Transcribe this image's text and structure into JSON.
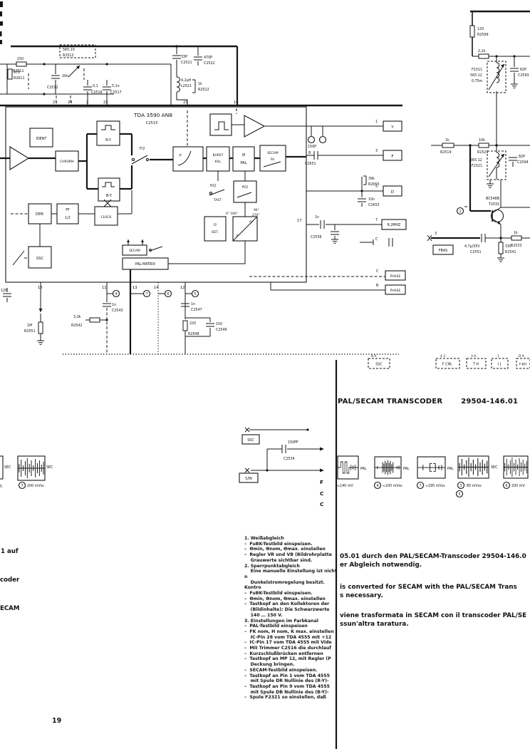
{
  "page": {
    "number": "19"
  },
  "title": {
    "label": "PAL/SECAM TRANSCODER",
    "part_no": "29504-146.01"
  },
  "steps_de": "1. Weißabgleich\n–  FuBK-Testbild einspeisen.\n–  Θmin, Θnom, Θmax. einstellen\n–  Regler VR und VB (Bildrohrplatte\n    Grauwerte sichtbar sind.\n2. Sperrpunktabgleich\n    Eine manuelle Einstellung ist nicht n\n    Dunkelstromregelung besitzt. Kontro\n–  FuBK-Testbild einspeisen.\n–  Θmin, Θnom, Θmax. einstellen\n–  Tastkopf an den Kollektoren der\n    (Bildinhalte): Die Schwarzwerte\n    140 … 150 V.\n3. Einstellungen im Farbkanal\n–  PAL-Testbild einspeisen\n–  FK nom, H nom, K max. einstellen\n    IC-Pin 28 vom TDA 4555 mit +12\n–  IC-Pin 17 vom TDA 4555 mit Vide\n–  Mit Trimmer C2516 die durchlauf\n–  Kurzschlußbrücken entfernen\n–  Tastkopf an MP 12, mit Regler (P\n    Deckung bringen.\n–  SECAM-Testbild einspeisen.\n–  Tastkopf an Pin 1 vom TDA 4555\n    mit Spule DR Nullinie des (R-Y)-\n–  Tastkopf an Pin 9 vom TDA 4555\n    mit Spule DB Nullinie des (B-Y)-\n–  Spule F2321 so einstellen, daß",
  "side_texts": {
    "frag_1": "1 auf",
    "frag_2": "coder",
    "frag_3": "ECAM",
    "col_letters": [
      "F",
      "C",
      "C"
    ],
    "de": "05.01 durch den PAL/SECAM-Transcoder 29504-146.0\ner Abgleich notwendig.",
    "en": "is converted for SECAM with the PAL/SECAM Trans\ns necessary.",
    "it": "viene trasformata in SECAM con il transcoder PAL/SE\nssun'altra taratura."
  },
  "sch": {
    "ic_name": "TDA 3590 AN8",
    "ic_ref": "C2515",
    "pin21": "21",
    "pin24": "24",
    "pin2": "2",
    "pin22": "22",
    "pin23": "23",
    "pin14": "14",
    "pin8": "8",
    "pin17": "17",
    "pin18": "18",
    "pin11": "11",
    "pin13": "13",
    "pin14b": "14",
    "pin12": "12",
    "n4": "4",
    "n7": "7",
    "n6": "6",
    "n5": "5",
    "circ1": "1",
    "r2511_v": "150",
    "r2511": "R2511",
    "r2512_v": "565.10",
    "r2512": "R2512",
    "r2611_v": "470",
    "r2611": "R2611",
    "c2512_v": "20n",
    "c2512": "C2512",
    "c2516_v": "0,1",
    "c2516": "C2516",
    "c2517_v": "5,1n",
    "c2517": "C2517",
    "c2521_v": "33P",
    "c2521": "C2521",
    "c2522_v": "470P",
    "c2522": "C2522",
    "l2521_v": "4,2µH",
    "l2521": "L2521",
    "r2522_v": "1k",
    "r2522": "R2522",
    "blk_ident": "IDENT",
    "blk_chroma": "CHROMA",
    "blk_ry": "R-Y",
    "blk_by": "B-Y",
    "blk_f2sw": "F/2",
    "blk_f": "F",
    "blk_burst1": "BURST",
    "blk_burst2": "KILL",
    "blk_phi": "Ø",
    "blk_pal": "PAL",
    "blk_secam1": "SECAM",
    "blk_secam2": "FA.",
    "blk_h2a": "H/2",
    "blk_tast": "TAST",
    "blk_h2b": "H/2",
    "deg_a": "0° 180°",
    "deg_b": "90°",
    "deg_c": "270°",
    "blk_f2": "f2",
    "blk_det": "DET.",
    "div_t": "f2",
    "div_b": "F",
    "blk_dem": "DEM.",
    "blk_ff": "FF",
    "blk_ff2": "1/2",
    "blk_clock": "CLOCK",
    "blk_ssc": "SSC",
    "blk_secam_sw": "SECAM",
    "blk_palmatrix": "PAL-MATRIX",
    "c2543_v": "1n",
    "c2543": "C2543",
    "r2542_v": "3,3k",
    "r2542": "R2542",
    "c2547_v": "1n",
    "c2547": "C2547",
    "r2548_v": "220",
    "r2548": "R2548",
    "c2549_v": "150",
    "c2549": "C2549",
    "c2545_v": "12P",
    "r2551_v": "1M",
    "r2551": "R2551",
    "c2651_v": "150P",
    "c2651": "C2651",
    "r2655_v": "39k",
    "r2655": "R2655",
    "c2653_v": "10n",
    "c2653": "C2653",
    "c2556_v": "1n",
    "c2556": "C2556",
    "conn_y": "Y",
    "conn_f": "F",
    "conn_d": "D",
    "conn_82": "8,2MHZ",
    "conn_phase1": "PHASE",
    "conn_phase2": "PHASE",
    "conn_fbas": "FBAS",
    "t_1": "1",
    "t_3": "3",
    "t_5": "5",
    "t_7": "7",
    "t_c": "C",
    "t_pc": "C",
    "t_b": "B",
    "t_fb": "3",
    "r2519_v": "1k",
    "r2519": "R2519",
    "r2599_v": "120",
    "r2599": "R2599",
    "r2523_v": "2,2k",
    "r2523": "R2523",
    "coil1_a": "F2311",
    "coil1_b": "565.12",
    "coil1_c": "0,75m",
    "c2593_v": "82P",
    "c2593": "C2593",
    "r2521_v": "10k",
    "r2521": "R2521",
    "coil2_a": "565.12",
    "coil2_b": "F2321",
    "c2594_v": "82P",
    "c2594": "C2594",
    "q_type": "BC548B",
    "q_ref": "T2031",
    "c2551_v": "4,7µ/35V",
    "c2551": "C2551",
    "r2541_v": "330",
    "r2541": "R2541",
    "r2533_v": "1k",
    "r2533": "R2533"
  },
  "subsch": {
    "ssc": "SSC",
    "c2534_v": "150PF",
    "c2534": "C2534",
    "in_box": "5/IN"
  },
  "connector_row": {
    "labels_top": [
      "B A",
      "4 3",
      "3 H",
      "1",
      "D A"
    ],
    "boxes": [
      "SSC",
      "F CIN.",
      "T H",
      "I J",
      "F-BH"
    ]
  },
  "waveforms": {
    "left_cut": "5",
    "left_partial_label": "SEC",
    "left_label": "SEC",
    "left_num": "7",
    "left_sub": "200 mVss",
    "b1_label": "PAL",
    "b1_sub": "≈140 mV",
    "b2_label": "PAL",
    "b2_num": "4",
    "b2_sub": "≈200 mVss",
    "b3_label": "PAL",
    "b3_num": "7",
    "b3_sub": "≈295 mVss",
    "b4_label": "SEC",
    "b4_num": "3",
    "b4_sub": "80 mVss",
    "b4_num2": "5",
    "b5_num": "6",
    "b5_sub": "200 mV"
  }
}
